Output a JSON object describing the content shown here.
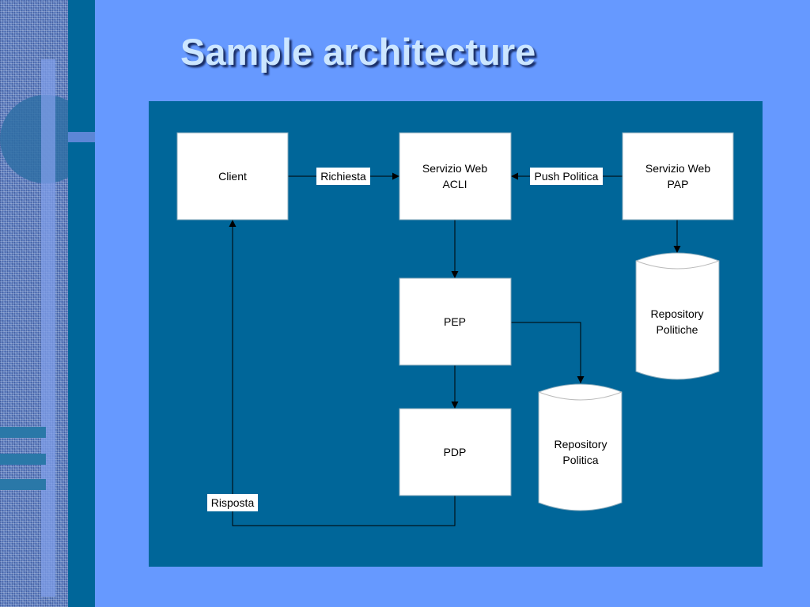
{
  "slide": {
    "title": "Sample architecture"
  },
  "nodes": {
    "client": [
      "Client"
    ],
    "acli": [
      "Servizio Web",
      "ACLI"
    ],
    "pap": [
      "Servizio Web",
      "PAP"
    ],
    "pep": [
      "PEP"
    ],
    "pdp": [
      "PDP"
    ],
    "repo_politiche": [
      "Repository",
      "Politiche"
    ],
    "repo_politica": [
      "Repository",
      "Politica"
    ]
  },
  "edges": {
    "richiesta": "Richiesta",
    "push_politica": "Push Politica",
    "risposta": "Risposta"
  },
  "colors": {
    "background": "#6699ff",
    "panel": "#006699",
    "title": "#cce6ff",
    "box": "#ffffff"
  }
}
